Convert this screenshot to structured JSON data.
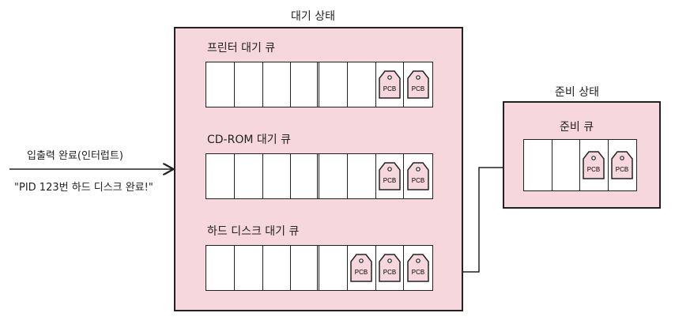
{
  "wait_state": {
    "title": "대기 상태",
    "queues": [
      {
        "title": "프린터 대기 큐",
        "pcb_label": "PCB",
        "pcb_count": 2,
        "cells": 8
      },
      {
        "title": "CD-ROM 대기 큐",
        "pcb_label": "PCB",
        "pcb_count": 2,
        "cells": 8
      },
      {
        "title": "하드 디스크 대기 큐",
        "pcb_label": "PCB",
        "pcb_count": 3,
        "cells": 8
      }
    ]
  },
  "ready_state": {
    "title": "준비 상태",
    "queue_title": "준비 큐",
    "pcb_label": "PCB",
    "pcb_count": 2,
    "cells": 4
  },
  "interrupt": {
    "label": "입출력 완료(인터럽트)",
    "message": "\"PID 123번 하드 디스크 완료!\""
  },
  "colors": {
    "box_fill": "#f6d7dd",
    "stroke": "#222222"
  }
}
